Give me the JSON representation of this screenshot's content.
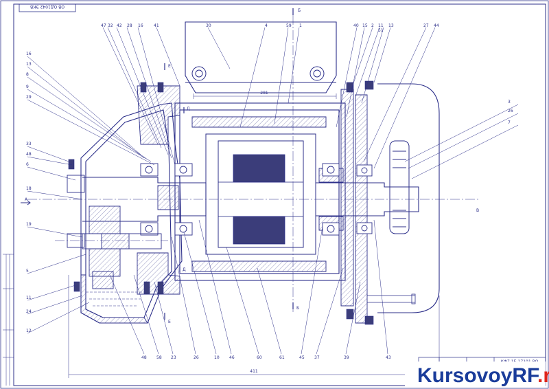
{
  "stamp": {
    "code": "ОВ ОД1042 ЭКВ"
  },
  "sections": {
    "a": "A",
    "b_top": "Б",
    "b_bottom": "Б",
    "v": "В",
    "e_top": "Е",
    "e_bottom": "Е",
    "d_top": "Д",
    "d_bottom": "Д"
  },
  "leaders_top": [
    "47",
    "32",
    "42",
    "28",
    "16",
    "41",
    "30",
    "4",
    "59",
    "1",
    "40",
    "15",
    "2",
    "11",
    "51",
    "13",
    "27",
    "44"
  ],
  "leaders_left": [
    "16",
    "13",
    "8",
    "9",
    "29",
    "33",
    "48",
    "6",
    "18",
    "19",
    "5",
    "11",
    "24",
    "12"
  ],
  "leaders_right": [
    "3",
    "26",
    "7"
  ],
  "leaders_bottom": [
    "48",
    "58",
    "23",
    "26",
    "10",
    "46",
    "60",
    "61",
    "45",
    "37",
    "39",
    "43"
  ],
  "dims": {
    "top": "281",
    "bottom": "411"
  },
  "title_block": {
    "doc_number": "КФ7.1Б.17101.ВО"
  },
  "watermark": {
    "part1": "KursovoyRF",
    "part2": ".ru",
    "color1": "#1a3c9a",
    "color2": "#e0261b"
  },
  "colors": {
    "line": "#2c2f8a",
    "paper": "#ffffff"
  }
}
